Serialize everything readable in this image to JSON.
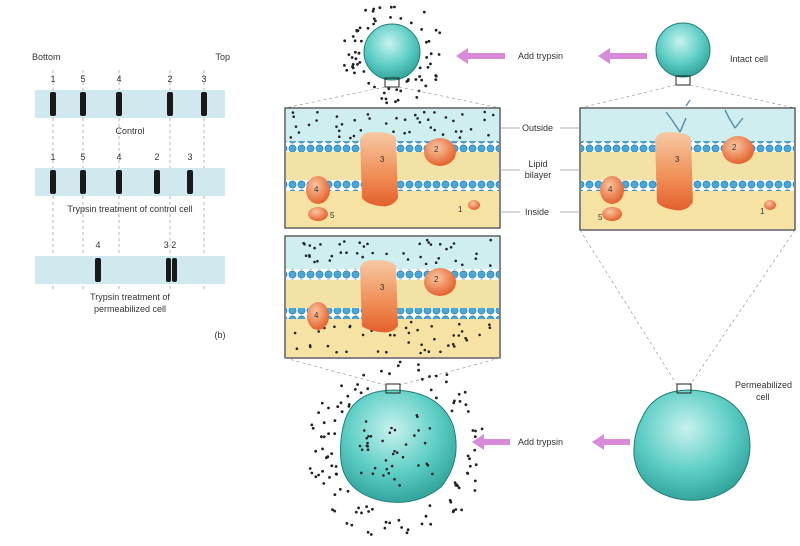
{
  "gel": {
    "header": {
      "top": "Top",
      "bottom": "Bottom"
    },
    "lanes": [
      {
        "caption": "Control",
        "numbers": [
          "3",
          "2",
          "4",
          "5",
          "1"
        ]
      },
      {
        "caption": "Trypsin treatment of control cell",
        "numbers": [
          "3",
          "2",
          "4",
          "5",
          "1"
        ]
      },
      {
        "caption_lines": [
          "Trypsin treatment of",
          "permeabilized cell"
        ],
        "numbers": [
          "3 2",
          "4"
        ]
      }
    ],
    "panel_tag": "(b)"
  },
  "membrane_labels": {
    "outside": "Outside",
    "lipid_bilayer": [
      "Lipid",
      "bilayer"
    ],
    "inside": "Inside"
  },
  "cells": {
    "intact": "Intact cell",
    "permeabilized": [
      "Permeabilized",
      "cell"
    ],
    "add_trypsin": "Add trypsin"
  },
  "proteins": {
    "upper_right": [
      "1",
      "2",
      "3",
      "4",
      "5"
    ],
    "upper_middle": [
      "1",
      "2",
      "3",
      "4",
      "5"
    ],
    "lower_middle": [
      "2",
      "3",
      "4"
    ]
  }
}
